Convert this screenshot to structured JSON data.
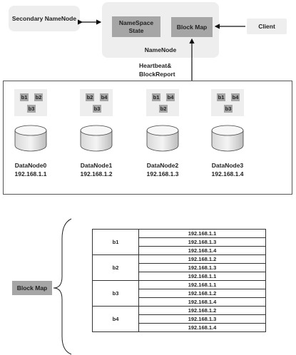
{
  "secondary_namenode": "Secondary NameNode",
  "namenode": {
    "title": "NameNode",
    "namespace_state": "NameSpace\nState",
    "block_map": "Block Map"
  },
  "client": "Client",
  "heartbeat_label": "Heartbeat&\nBlockReport",
  "datanodes": [
    {
      "name": "DataNode0",
      "ip": "192.168.1.1",
      "blocks": [
        "b1",
        "b2",
        "b3"
      ]
    },
    {
      "name": "DataNode1",
      "ip": "192.168.1.2",
      "blocks": [
        "b2",
        "b4",
        "b3"
      ]
    },
    {
      "name": "DataNode2",
      "ip": "192.168.1.3",
      "blocks": [
        "b1",
        "b4",
        "b2"
      ]
    },
    {
      "name": "DataNode3",
      "ip": "192.168.1.4",
      "blocks": [
        "b1",
        "b4",
        "b3"
      ]
    }
  ],
  "block_map_label": "Block Map",
  "block_map_table": [
    {
      "block": "b1",
      "ips": [
        "192.168.1.1",
        "192.168.1.3",
        "192.168.1.4"
      ]
    },
    {
      "block": "b2",
      "ips": [
        "192.168.1.2",
        "192.168.1.3",
        "192.168.1.1"
      ]
    },
    {
      "block": "b3",
      "ips": [
        "192.168.1.1",
        "192.168.1.2",
        "192.168.1.4"
      ]
    },
    {
      "block": "b4",
      "ips": [
        "192.168.1.2",
        "192.168.1.3",
        "192.168.1.4"
      ]
    }
  ]
}
